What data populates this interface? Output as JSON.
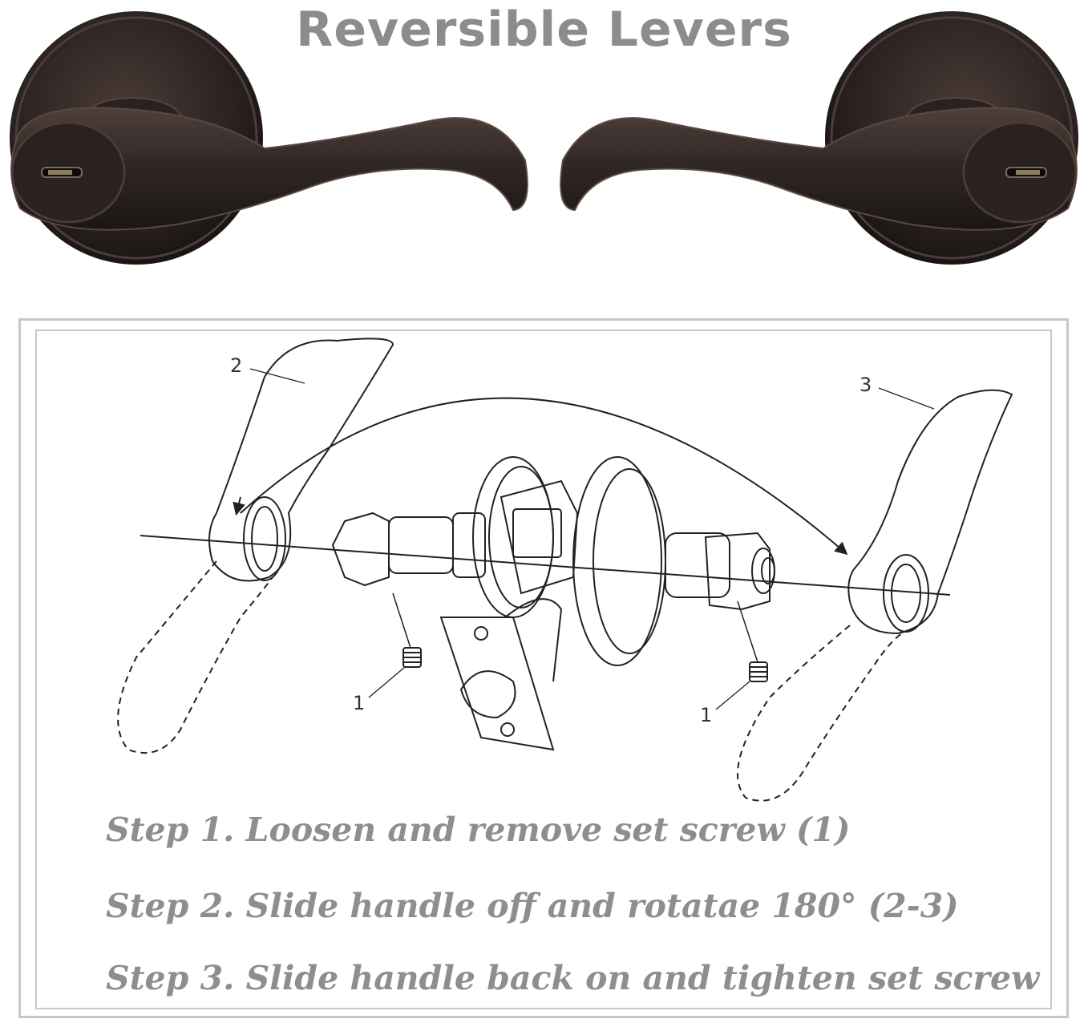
{
  "title": "Reversible Levers",
  "callouts": {
    "set_screw_left": "1",
    "set_screw_right": "1",
    "handle_original": "2",
    "handle_rotated": "3"
  },
  "steps": [
    "Step 1. Loosen and remove set screw (1)",
    "Step 2. Slide handle off and rotatae 180° (2-3)",
    "Step 3. Slide handle back on and tighten set screw"
  ],
  "colors": {
    "title": "#8c8c8c",
    "step_text": "#8e8e8e",
    "lever_finish": "#2e2624",
    "frame": "#c7c7c7"
  }
}
